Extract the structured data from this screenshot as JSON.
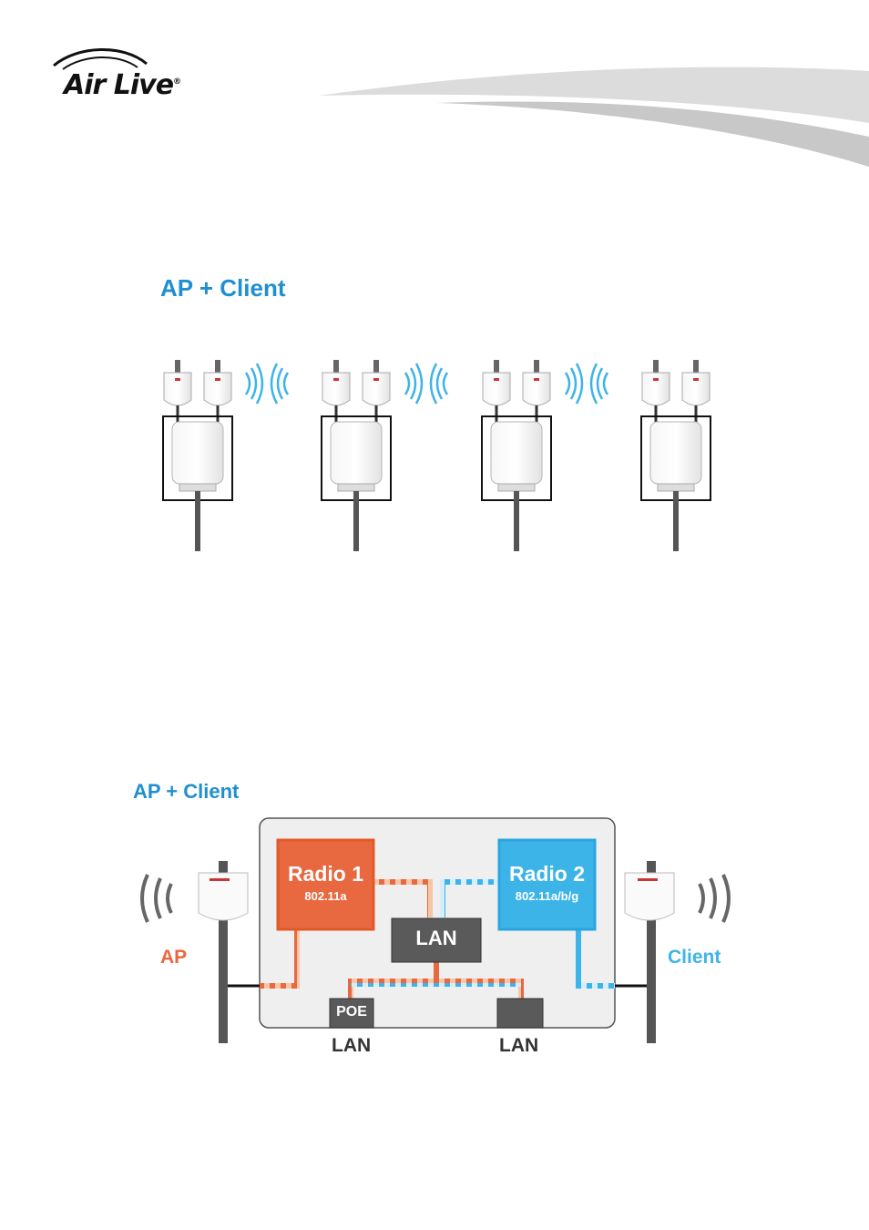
{
  "header": {
    "brand": "Air Live",
    "registered": "®"
  },
  "section1": {
    "title": "AP + Client"
  },
  "section2": {
    "title": "AP + Client",
    "radio1": {
      "label": "Radio 1",
      "standard": "802.11a"
    },
    "radio2": {
      "label": "Radio 2",
      "standard": "802.11a/b/g"
    },
    "lan_center": "LAN",
    "poe": "POE",
    "lan_left": "LAN",
    "lan_right": "LAN",
    "ap_label": "AP",
    "client_label": "Client"
  },
  "colors": {
    "ap_orange": "#e8683f",
    "client_blue": "#3cb4e8",
    "title_blue": "#1f8fd0",
    "box_gray": "#5a5a5a"
  },
  "icons": [
    "wifi-signal-icon",
    "antenna-icon",
    "access-point-icon",
    "pole-icon"
  ]
}
